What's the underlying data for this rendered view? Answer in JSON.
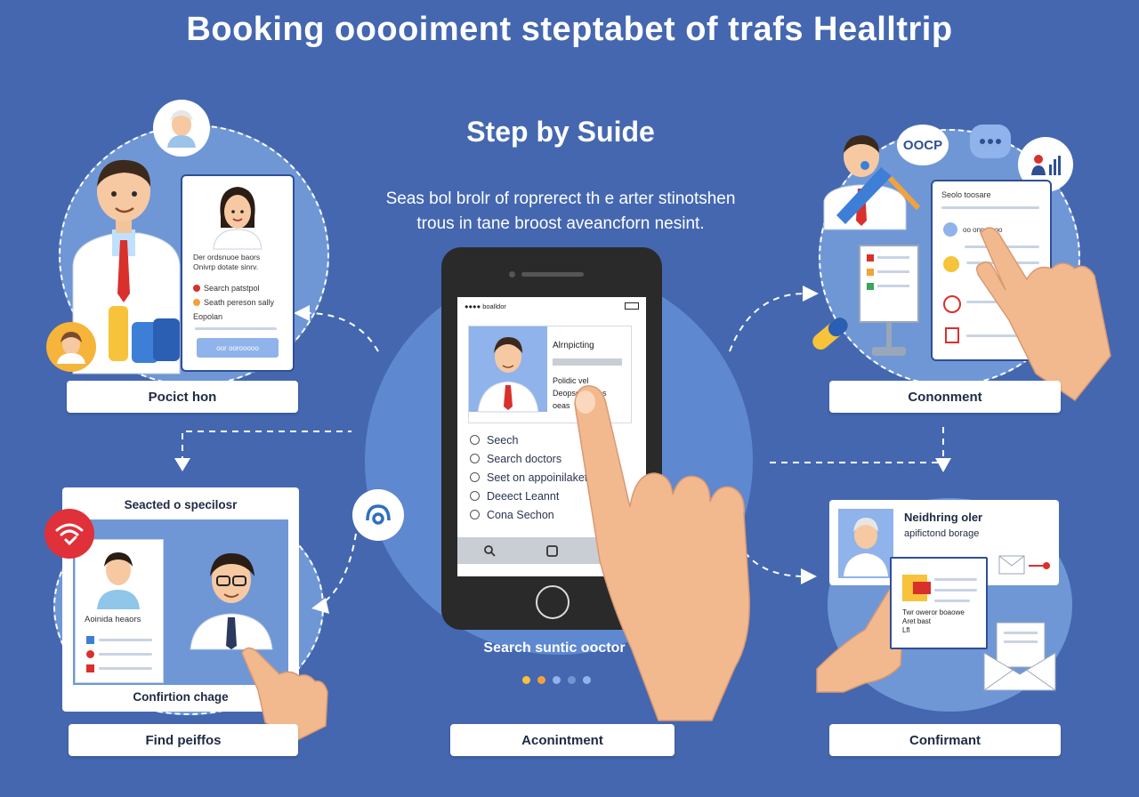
{
  "header": {
    "title": "Booking ooooiment steptabet of trafs Healltrip",
    "subtitle": "Step by Suide",
    "description_line1": "Seas bol brolr of roprerect th e arter stinotshen",
    "description_line2": "trous in tane broost aveancforn nesint."
  },
  "steps": {
    "top_left": {
      "label": "Pocict hon",
      "card_text": [
        "Der ordsnuoe baors",
        "Onivrp dotate sinrv.",
        "Search patstpol",
        "Seath pereson sally",
        "Eopolan"
      ],
      "card_button": "oor oorooooo"
    },
    "top_right": {
      "label": "Cononment",
      "bubble_text": "OOCP",
      "card_title": "Seolo toosare",
      "card_row": "oo onnpo oo"
    },
    "mid_left": {
      "card_title": "Seacted o specilosr",
      "doctor_name": "Aoinida heaors",
      "card_footer": "Confirtion chage",
      "label": "Find peiffos"
    },
    "mid_right": {
      "card_title": "Neidhring oler",
      "card_sub": "apifictond borage",
      "ticket_text": [
        "Twr oweror boaowe",
        "Aret bast",
        "Lfl"
      ],
      "label": "Confirmant"
    },
    "center": {
      "label": "Aconintment",
      "caption": "Search suntic ooctor"
    }
  },
  "phone": {
    "status_left": "●●●● boalldor",
    "profile_title": "Alrnpicting",
    "profile_lines": [
      "Polidic vel",
      "Deopsers eges",
      "oeas"
    ],
    "menu": [
      "Seech",
      "Search doctors",
      "Seet on appoinilaket",
      "Deeect Leannt",
      "Cona Sechon"
    ]
  },
  "progress_dots": {
    "count": 5,
    "active": 1
  },
  "colors": {
    "background": "#4467b0",
    "circle": "#6f97d6",
    "card_border": "#2f4f95",
    "dot_orange": "#f2a23b",
    "dot_blue": "#8fb3ea",
    "alert_red": "#e0303a"
  },
  "icons": [
    "search-icon",
    "home-icon",
    "back-icon",
    "wifi-check-icon",
    "mail-icon",
    "speech-bubble-icon",
    "person-chart-icon",
    "pill-icon",
    "magnifier-bubble-icon"
  ]
}
